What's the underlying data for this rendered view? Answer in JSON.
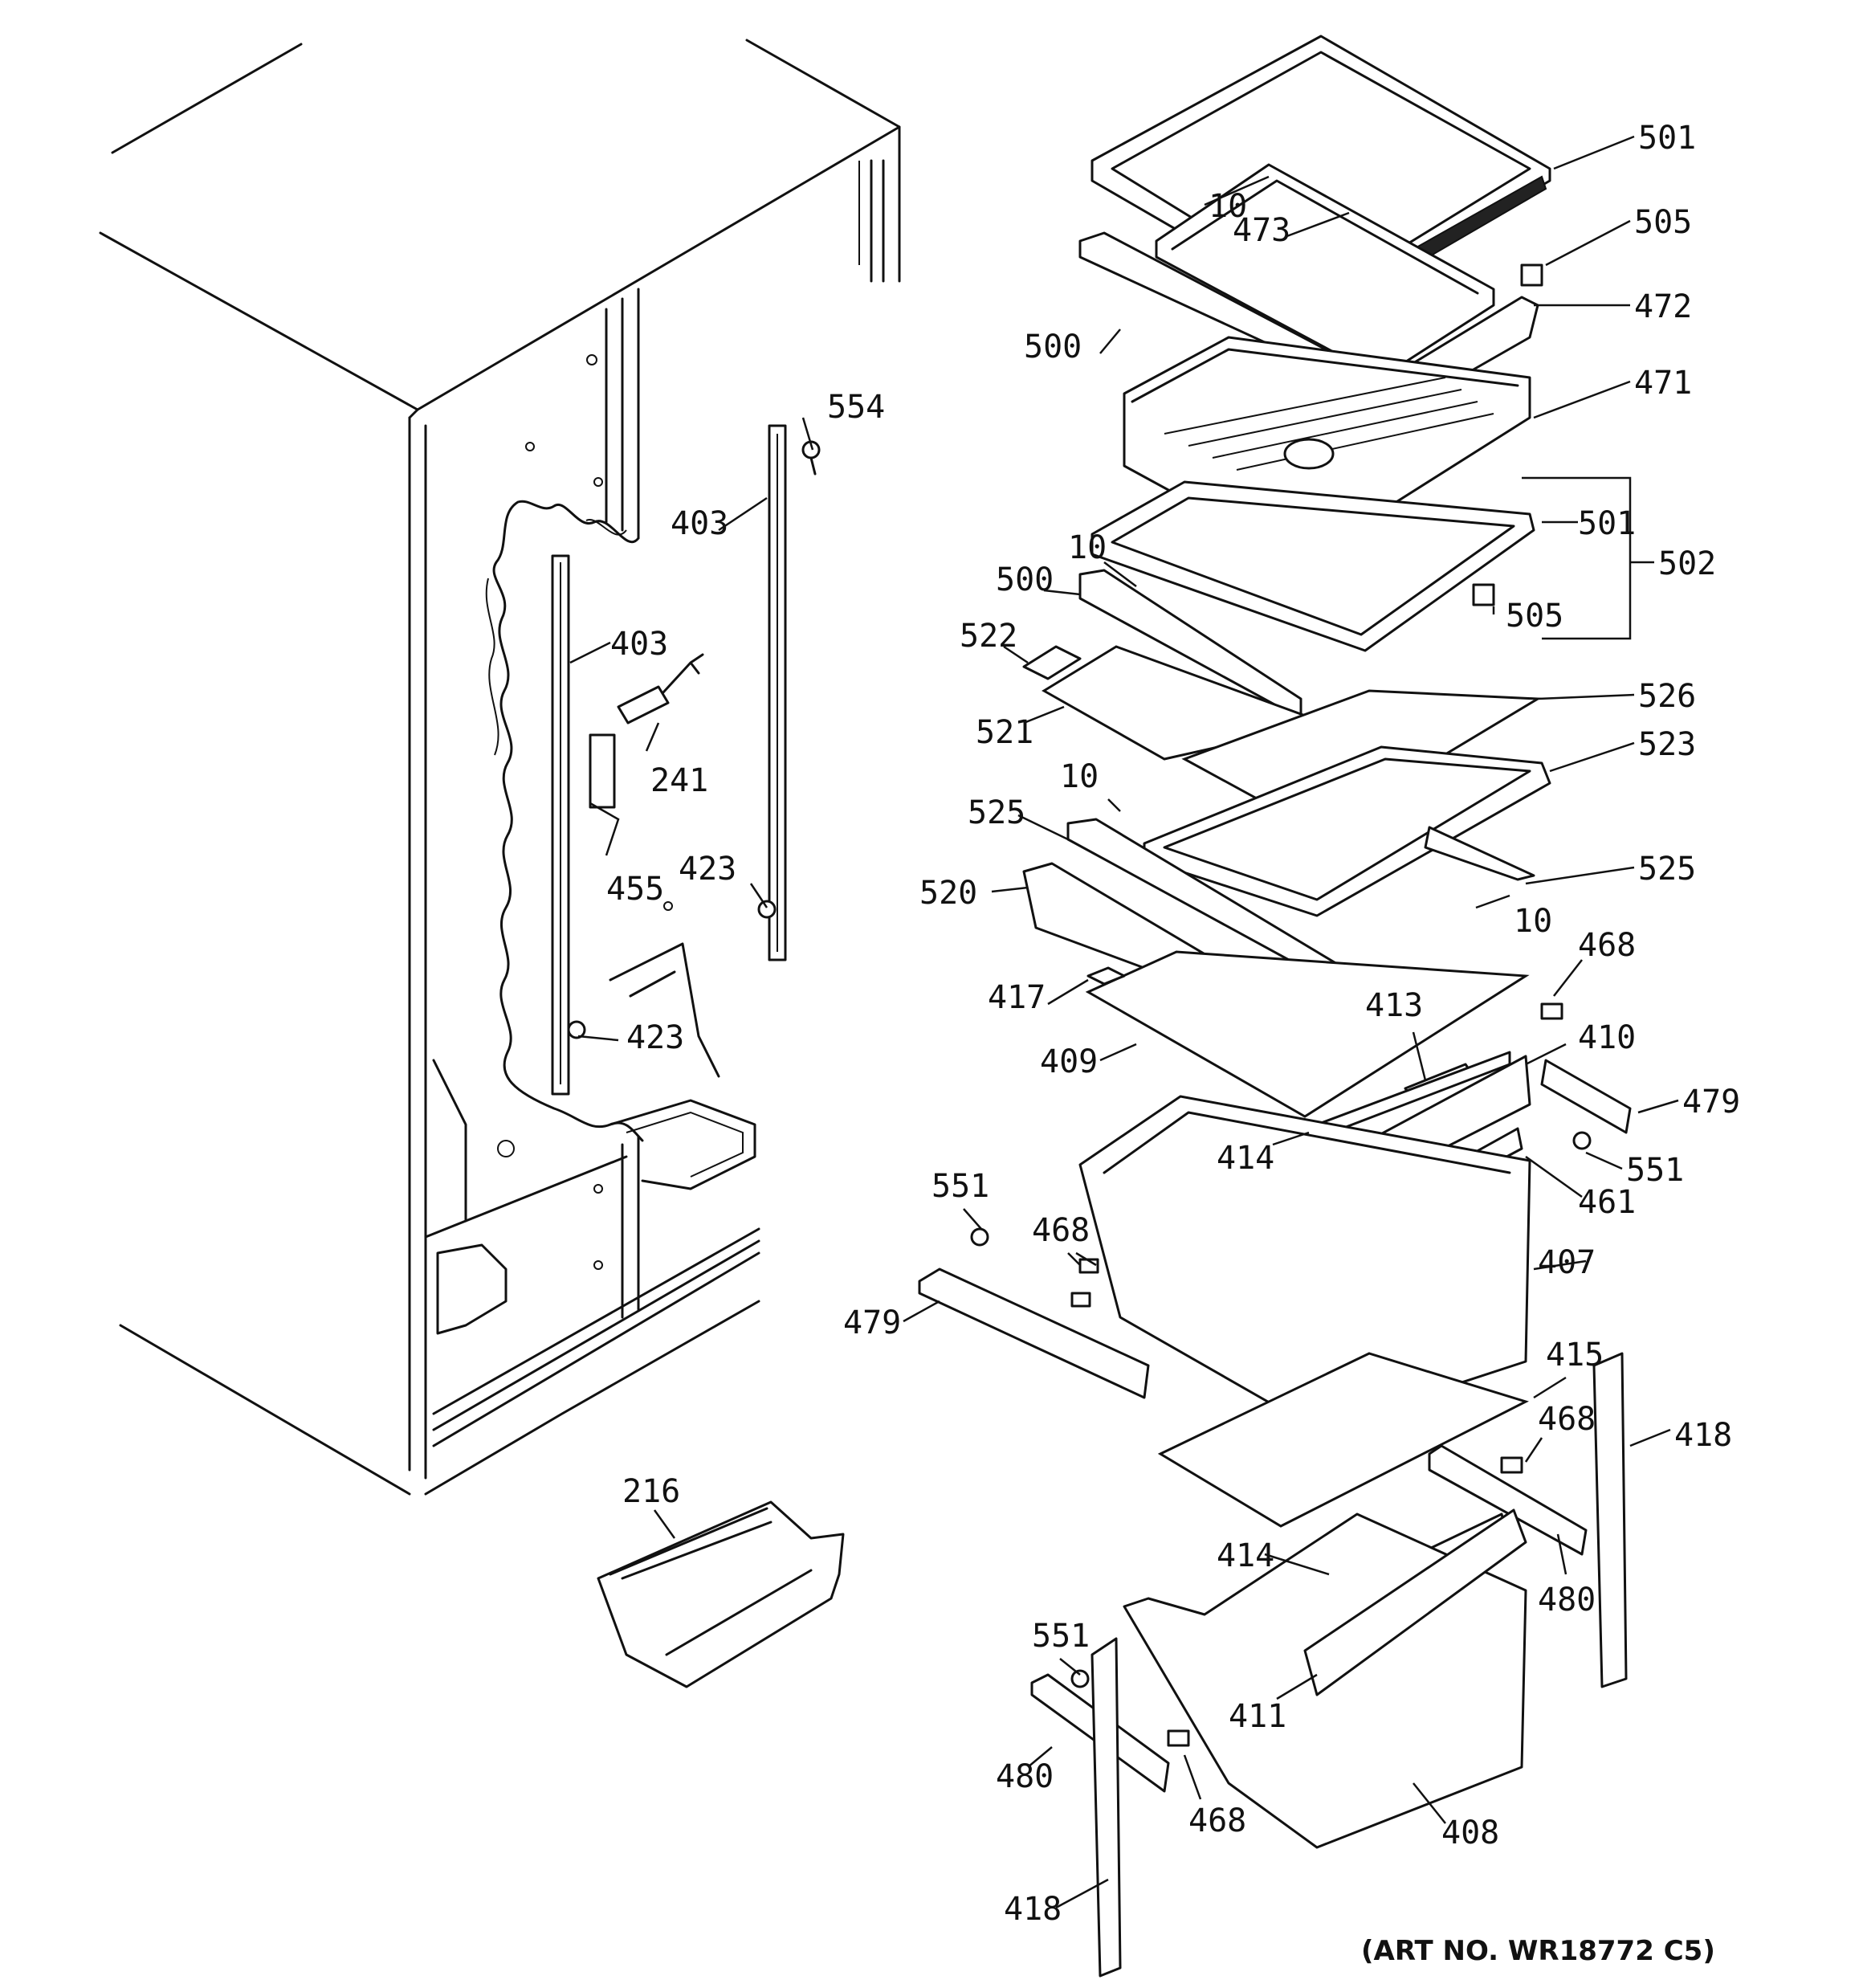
{
  "diagram": {
    "art_number": "(ART NO. WR18772 C5)",
    "part_labels": [
      {
        "id": "501",
        "text": "501"
      },
      {
        "id": "505",
        "text": "505"
      },
      {
        "id": "472",
        "text": "472"
      },
      {
        "id": "471",
        "text": "471"
      },
      {
        "id": "10",
        "text": "10"
      },
      {
        "id": "473",
        "text": "473"
      },
      {
        "id": "500",
        "text": "500"
      },
      {
        "id": "554",
        "text": "554"
      },
      {
        "id": "403",
        "text": "403"
      },
      {
        "id": "403b",
        "text": "403"
      },
      {
        "id": "501b",
        "text": "501"
      },
      {
        "id": "502",
        "text": "502"
      },
      {
        "id": "10b",
        "text": "10"
      },
      {
        "id": "500b",
        "text": "500"
      },
      {
        "id": "505b",
        "text": "505"
      },
      {
        "id": "522",
        "text": "522"
      },
      {
        "id": "526",
        "text": "526"
      },
      {
        "id": "521",
        "text": "521"
      },
      {
        "id": "241",
        "text": "241"
      },
      {
        "id": "523",
        "text": "523"
      },
      {
        "id": "10c",
        "text": "10"
      },
      {
        "id": "525",
        "text": "525"
      },
      {
        "id": "525b",
        "text": "525"
      },
      {
        "id": "423",
        "text": "423"
      },
      {
        "id": "455",
        "text": "455"
      },
      {
        "id": "520",
        "text": "520"
      },
      {
        "id": "10d",
        "text": "10"
      },
      {
        "id": "468",
        "text": "468"
      },
      {
        "id": "417",
        "text": "417"
      },
      {
        "id": "413",
        "text": "413"
      },
      {
        "id": "410",
        "text": "410"
      },
      {
        "id": "423b",
        "text": "423"
      },
      {
        "id": "409",
        "text": "409"
      },
      {
        "id": "479",
        "text": "479"
      },
      {
        "id": "414",
        "text": "414"
      },
      {
        "id": "551",
        "text": "551"
      },
      {
        "id": "461",
        "text": "461"
      },
      {
        "id": "551b",
        "text": "551"
      },
      {
        "id": "468b",
        "text": "468"
      },
      {
        "id": "407",
        "text": "407"
      },
      {
        "id": "479b",
        "text": "479"
      },
      {
        "id": "415",
        "text": "415"
      },
      {
        "id": "216",
        "text": "216"
      },
      {
        "id": "468c",
        "text": "468"
      },
      {
        "id": "418",
        "text": "418"
      },
      {
        "id": "414b",
        "text": "414"
      },
      {
        "id": "480",
        "text": "480"
      },
      {
        "id": "551c",
        "text": "551"
      },
      {
        "id": "411",
        "text": "411"
      },
      {
        "id": "480b",
        "text": "480"
      },
      {
        "id": "468d",
        "text": "468"
      },
      {
        "id": "408",
        "text": "408"
      },
      {
        "id": "418b",
        "text": "418"
      }
    ]
  }
}
